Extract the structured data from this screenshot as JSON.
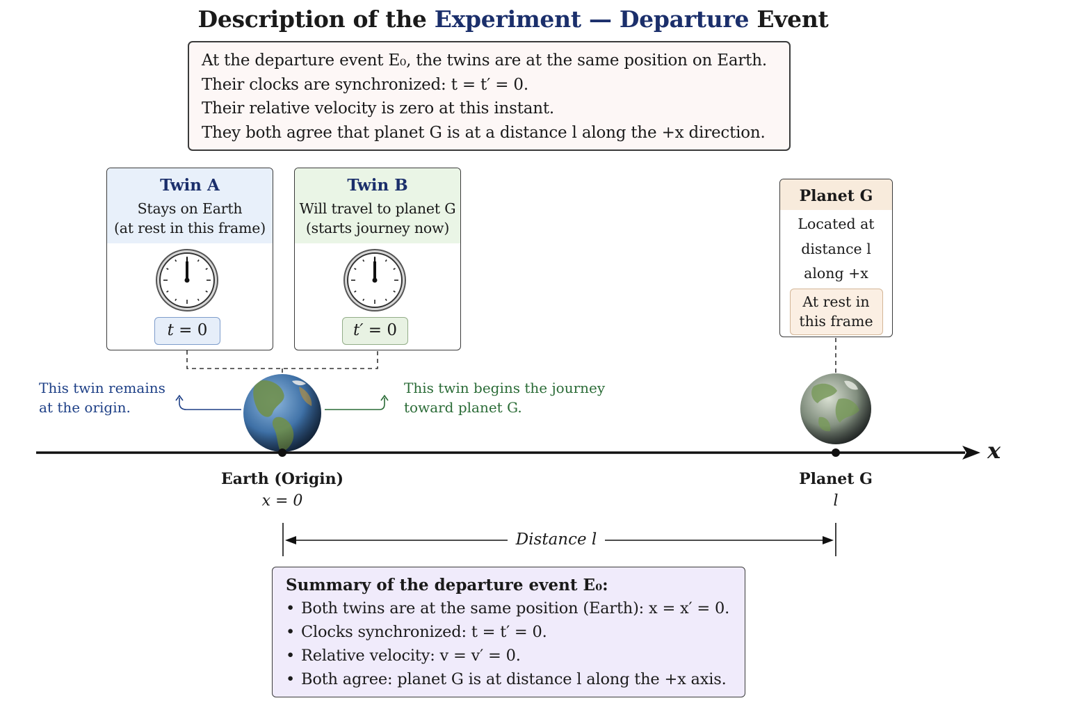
{
  "title": {
    "part1": "Description of the ",
    "part2": "Experiment",
    "part3": " — ",
    "part4": "Departure",
    "part5": " Event"
  },
  "intro": {
    "line1": "At the departure event E₀, the twins are at the same position on Earth.",
    "line2": "Their clocks are synchronized: t = t′ = 0.",
    "line3": "Their relative velocity is zero at this instant.",
    "line4": "They both agree that planet G is at a distance l along the +x direction."
  },
  "twin_a": {
    "name": "Twin A",
    "desc1": "Stays on Earth",
    "desc2": "(at rest in this frame)",
    "time_var": "t",
    "time_eq": " = 0"
  },
  "twin_b": {
    "name": "Twin B",
    "desc1": "Will travel to planet G",
    "desc2": "(starts journey now)",
    "time_var": "t′",
    "time_eq": " = 0"
  },
  "planet_box": {
    "name": "Planet G",
    "desc1": "Located at",
    "desc2": "distance l",
    "desc3": "along +x",
    "rest1": "At rest in",
    "rest2": "this frame"
  },
  "notes": {
    "a_line1": "This twin remains",
    "a_line2": "at the origin.",
    "b_line1": "This twin begins the journey",
    "b_line2": "toward planet G."
  },
  "axis": {
    "label": "x",
    "earth_name": "Earth (Origin)",
    "earth_pos": "x = 0",
    "planet_name": "Planet G",
    "planet_pos": "l",
    "distance": "Distance l"
  },
  "summary": {
    "title": "Summary of the departure event E₀:",
    "items": [
      "Both twins are at the same position (Earth): x = x′ = 0.",
      "Clocks synchronized: t = t′ = 0.",
      "Relative velocity: v = v′ = 0.",
      "Both agree: planet G is at distance l along the +x axis."
    ]
  },
  "colors": {
    "title_accent": "#1b2f6b",
    "twin_a_header": "#e8f0fa",
    "twin_b_header": "#eaf5e6",
    "planet_header": "#f8ebdc",
    "summary_bg": "#f0ebfb",
    "note_blue": "#1d3f86",
    "note_green": "#2a6b36"
  }
}
